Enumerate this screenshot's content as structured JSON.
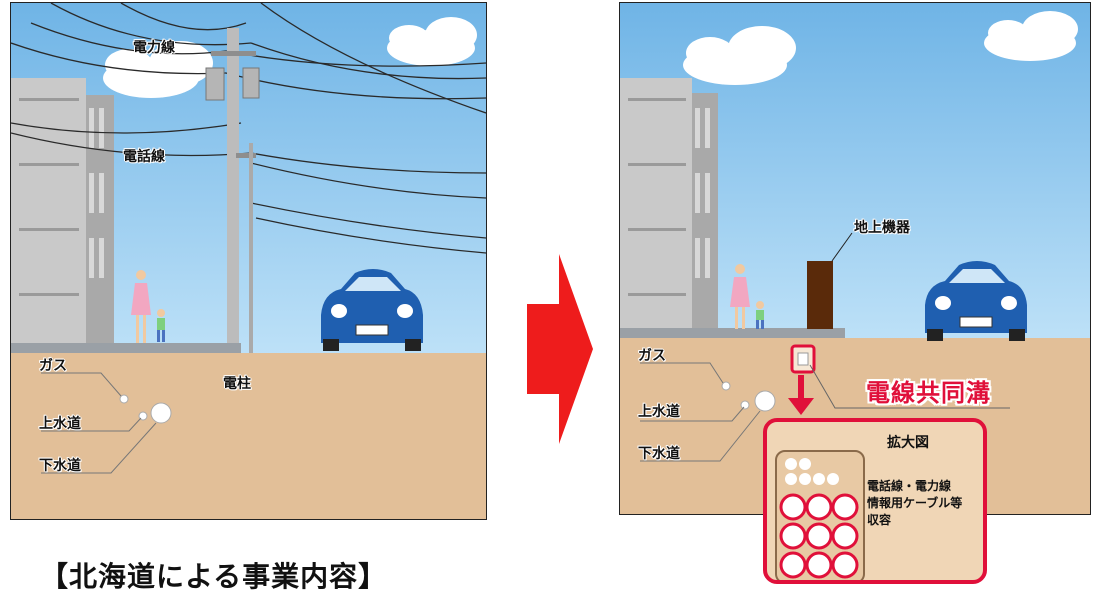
{
  "before": {
    "labels": {
      "power_line": "電力線",
      "phone_line": "電話線",
      "gas": "ガス",
      "water": "上水道",
      "sewer": "下水道",
      "pole": "電柱"
    }
  },
  "after": {
    "labels": {
      "ground_equipment": "地上機器",
      "gas": "ガス",
      "water": "上水道",
      "sewer": "下水道",
      "common_duct": "電線共同溝"
    },
    "inset": {
      "title": "拡大図",
      "description": [
        "電話線・電力線",
        "情報用ケーブル等",
        "収容"
      ]
    }
  },
  "caption": "【北海道による事業内容】",
  "colors": {
    "sky": "#8cc8ee",
    "ground": "#e2bf98",
    "accent": "#e0103a",
    "car": "#1f5fb0",
    "equipment": "#5a2a0a"
  }
}
